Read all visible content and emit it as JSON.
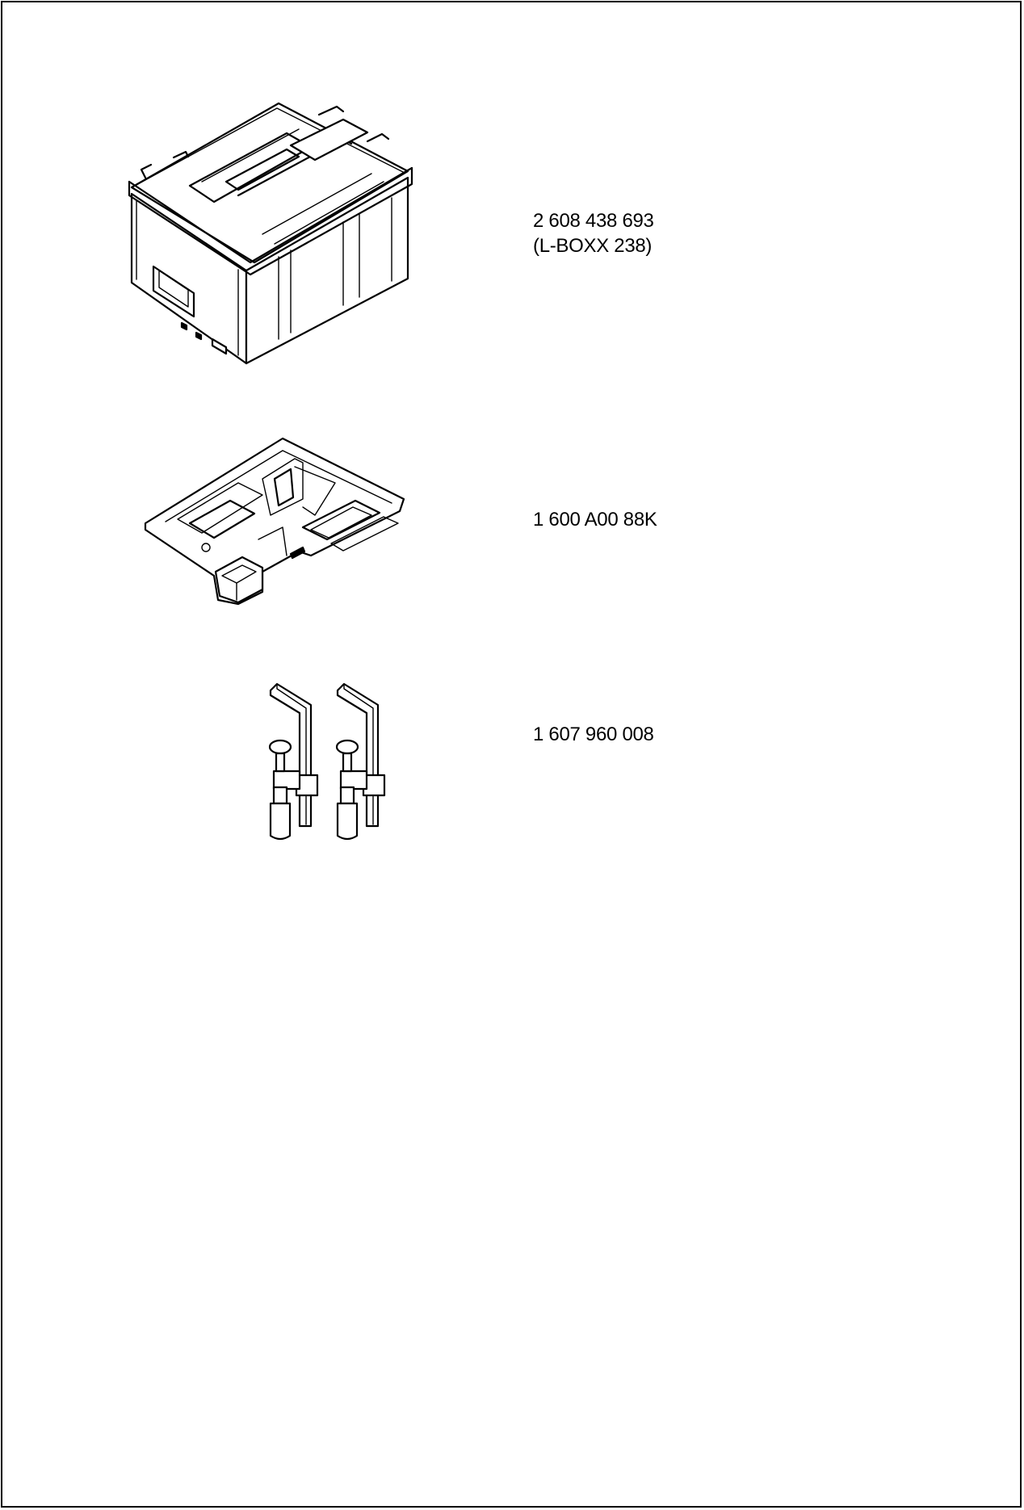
{
  "items": [
    {
      "illustration": "l-boxx-case",
      "part_number": "2 608 438 693",
      "description": "(L-BOXX 238)"
    },
    {
      "illustration": "case-insert-tray",
      "part_number": "1 600 A00 88K",
      "description": ""
    },
    {
      "illustration": "screw-clamps-pair",
      "part_number": "1 607 960 008",
      "description": ""
    }
  ]
}
